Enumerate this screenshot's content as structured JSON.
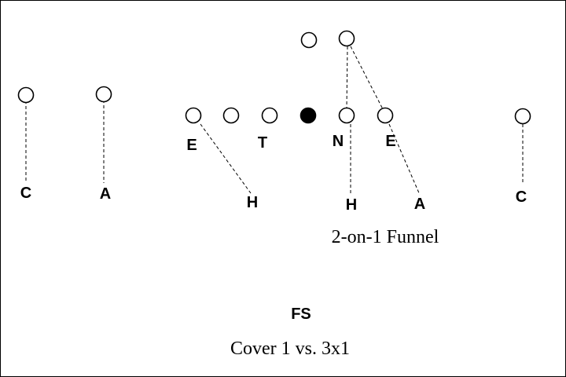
{
  "diagram": {
    "players": [
      {
        "id": "wr-left-outside",
        "filled": false
      },
      {
        "id": "wr-left-inside",
        "filled": false
      },
      {
        "id": "ol-left-end",
        "filled": false
      },
      {
        "id": "ol-left-tackle",
        "filled": false
      },
      {
        "id": "ol-left-guard",
        "filled": false
      },
      {
        "id": "center-ball",
        "filled": true
      },
      {
        "id": "ol-right-guard",
        "filled": false
      },
      {
        "id": "ol-right-tackle",
        "filled": false
      },
      {
        "id": "wr-right",
        "filled": false
      },
      {
        "id": "qb",
        "filled": false
      },
      {
        "id": "rb",
        "filled": false
      }
    ],
    "defenders": [
      {
        "id": "c-left",
        "label": "C"
      },
      {
        "id": "a-left",
        "label": "A"
      },
      {
        "id": "e-left",
        "label": "E"
      },
      {
        "id": "t",
        "label": "T"
      },
      {
        "id": "n",
        "label": "N"
      },
      {
        "id": "e-right",
        "label": "E"
      },
      {
        "id": "h-left",
        "label": "H"
      },
      {
        "id": "h-right",
        "label": "H"
      },
      {
        "id": "a-right",
        "label": "A"
      },
      {
        "id": "c-right",
        "label": "C"
      },
      {
        "id": "fs",
        "label": "FS"
      }
    ],
    "annotation": "2-on-1 Funnel",
    "caption": "Cover 1 vs. 3x1"
  }
}
